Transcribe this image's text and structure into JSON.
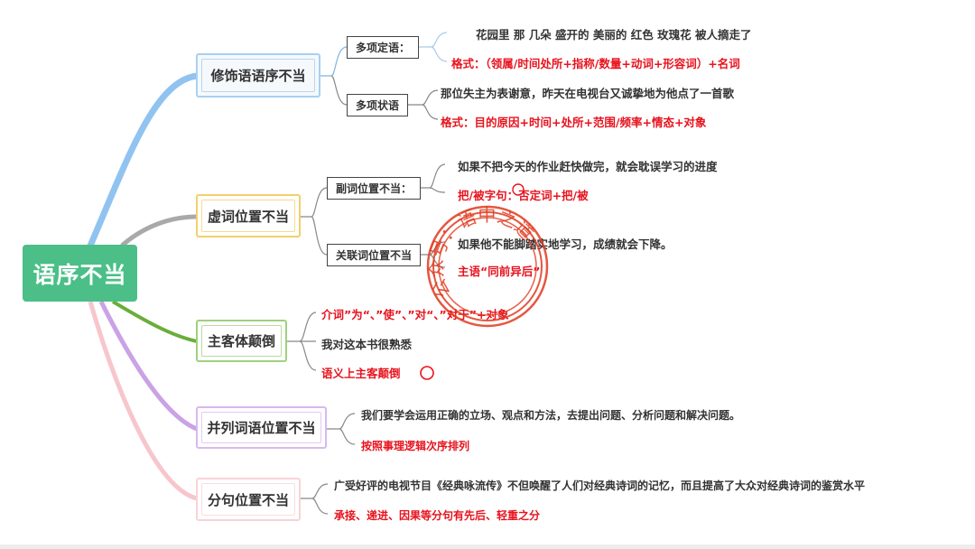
{
  "root": {
    "label": "语序不当",
    "color": "#4bbf87"
  },
  "branches": [
    {
      "label": "修饰语语序不当",
      "color": "#90c3f0",
      "children": [
        {
          "label": "多项定语：",
          "leaves": [
            {
              "text": "花园里 那 几朵 盛开的 美丽的 红色 玫瑰花 被人摘走了",
              "style": "example"
            },
            {
              "text": "格式：（领属/时间处所+指称/数量+动词+形容词）+名词",
              "style": "rule"
            }
          ]
        },
        {
          "label": "多项状语",
          "leaves": [
            {
              "text": "那位失主为表谢意，昨天在电视台又诚挚地为他点了一首歌",
              "style": "example"
            },
            {
              "text": "格式：目的原因+时间+处所+范围/频率+情态+对象",
              "style": "rule"
            }
          ]
        }
      ]
    },
    {
      "label": "虚词位置不当",
      "color": "#f2d06b",
      "children": [
        {
          "label": "副词位置不当：",
          "leaves": [
            {
              "text": "如果不把今天的作业赶快做完，就会耽误学习的进度",
              "style": "example"
            },
            {
              "text": "把/被字句：否定词+把/被",
              "style": "rule"
            }
          ]
        },
        {
          "label": "关联词位置不当",
          "leaves": [
            {
              "text": "如果他不能脚踏实地学习，成绩就会下降。",
              "style": "example"
            },
            {
              "text": "主语“同前异后”",
              "style": "rule"
            }
          ]
        }
      ]
    },
    {
      "label": "主客体颠倒",
      "color": "#8dc66b",
      "leaves": [
        {
          "text": "介词”为“、”使”、”对“、”对于”+对象",
          "style": "rule"
        },
        {
          "text": "我对这本书很熟悉",
          "style": "example"
        },
        {
          "text": "语义上主客颠倒",
          "style": "rule"
        }
      ]
    },
    {
      "label": "并列词语位置不当",
      "color": "#d3a6ea",
      "leaves": [
        {
          "text": "我们要学会运用正确的立场、观点和方法，去提出问题、分析问题和解决问题。",
          "style": "example"
        },
        {
          "text": "按照事理逻辑次序排列",
          "style": "rule"
        }
      ]
    },
    {
      "label": "分句位置不当",
      "color": "#f7c6cc",
      "leaves": [
        {
          "text": "广受好评的电视节目《经典咏流传》不但唤醒了人们对经典诗词的记忆，而且提高了大众对经典诗词的鉴赏水平",
          "style": "example"
        },
        {
          "text": "承接、递进、因果等分句有先后、轻重之分",
          "style": "rule"
        }
      ]
    }
  ],
  "watermark": {
    "text": "公众号：语中之道",
    "color": "#e03a1e"
  },
  "colors": {
    "example": "#333333",
    "rule": "#e8121d",
    "connector": "#8a8a8a"
  }
}
